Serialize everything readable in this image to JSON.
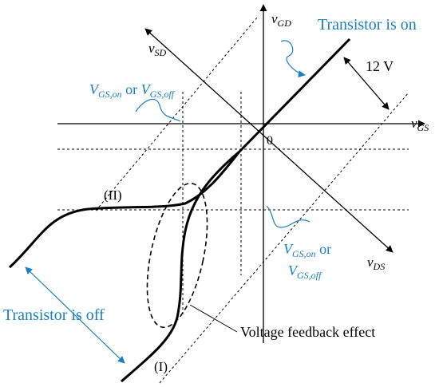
{
  "axes": {
    "vgs": "v",
    "vgs_sub": "GS",
    "vgd": "v",
    "vgd_sub": "GD",
    "vsd": "v",
    "vsd_sub": "SD",
    "vds": "v",
    "vds_sub": "DS",
    "origin": "0"
  },
  "labels": {
    "transistor_on": "Transistor is on",
    "transistor_off": "Transistor is off",
    "offset_voltage": "12 V",
    "curve_one": "(I)",
    "curve_two": "(II)",
    "feedback": "Voltage feedback effect"
  },
  "threshold_upper": {
    "v1": "V",
    "v1_sub": "GS,on",
    "or": " or ",
    "v2": "V",
    "v2_sub": "GS,off"
  },
  "threshold_lower": {
    "v1": "V",
    "v1_sub": "GS,on",
    "or": " or",
    "v2": "V",
    "v2_sub": "GS,off"
  },
  "colors": {
    "annotation": "#1a7fc0",
    "curve": "#000000"
  }
}
